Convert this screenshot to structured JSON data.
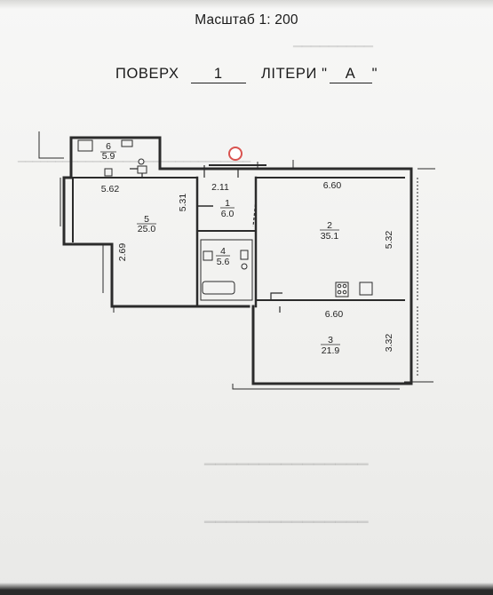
{
  "header": {
    "scale": "Масштаб 1: 200",
    "floor_label": "ПОВЕРХ",
    "floor_value": "1",
    "liter_label": "ЛІТЕРИ \"",
    "liter_value": "А",
    "liter_close": "\""
  },
  "rooms": [
    {
      "number": "1",
      "area": "6.0"
    },
    {
      "number": "2",
      "area": "35.1"
    },
    {
      "number": "3",
      "area": "21.9"
    },
    {
      "number": "4",
      "area": "5.6"
    },
    {
      "number": "5",
      "area": "25.0"
    },
    {
      "number": "6",
      "area": "5.9"
    }
  ],
  "dimensions": {
    "d_5_62": "5.62",
    "d_2_11": "2.11",
    "d_6_60_top": "6.60",
    "d_5_31": "5.31",
    "d_2_69": "2.69",
    "d_5_32": "5.32",
    "d_6_60_mid": "6.60",
    "d_3_32": "3.32"
  },
  "colors": {
    "paper": "#f3f3f2",
    "wall": "#2b2b2b",
    "accent_marker": "#d9534f"
  }
}
